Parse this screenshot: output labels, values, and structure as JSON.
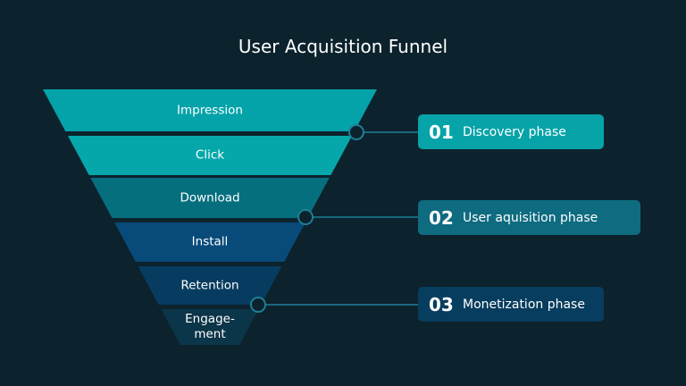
{
  "title": "User Acquisition Funnel",
  "stages": [
    {
      "label": "Impression",
      "color": "#03a3a9"
    },
    {
      "label": "Click",
      "color": "#05a7aa"
    },
    {
      "label": "Download",
      "color": "#066f7e"
    },
    {
      "label": "Install",
      "color": "#084a79"
    },
    {
      "label": "Retention",
      "color": "#073c60"
    },
    {
      "label": "Engage-\nment",
      "color": "#0b3548"
    }
  ],
  "phases": [
    {
      "number": "01",
      "label": "Discovery phase",
      "color": "#06a3a8"
    },
    {
      "number": "02",
      "label": "User aquisition phase",
      "color": "#0e6b80"
    },
    {
      "number": "03",
      "label": "Monetization phase",
      "color": "#073d5e"
    }
  ],
  "colors": {
    "background": "#0c222d",
    "connector": "#1d7f95"
  }
}
